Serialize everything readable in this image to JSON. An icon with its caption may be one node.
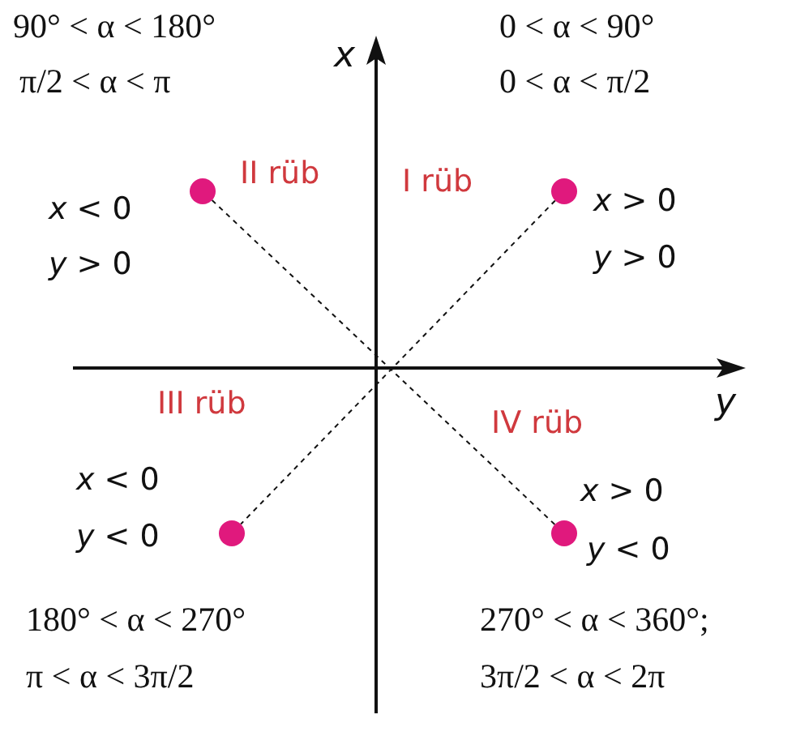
{
  "diagram": {
    "nodes": [
      {
        "text": [],
        "shape": "circle"
      },
      {
        "text": [],
        "shape": "circle"
      },
      {
        "text": [],
        "shape": "circle"
      },
      {
        "text": [],
        "shape": "circle"
      }
    ],
    "edges": [
      {
        "from": 0,
        "to": 3,
        "arrow": "none",
        "style": "dashed"
      },
      {
        "from": 1,
        "to": 2,
        "arrow": "none",
        "style": "dashed"
      }
    ],
    "labels": [
      "90° < α < 180°",
      "π/2 < α < π",
      "*x*",
      "0 < α < 90°",
      "0 < α < π/2",
      "II rüb",
      "I rüb",
      "*x* < 0",
      "*y* > 0",
      "*x* > 0",
      "*y* > 0",
      "*y*",
      "III rüb",
      "IV rüb",
      "*x* < 0",
      "*y* < 0",
      "*x* > 0",
      "*y* < 0",
      "180° < α < 270°",
      "π < α < 3π/2",
      "270° < α < 360°;",
      "3π/2 < α < 2π"
    ]
  }
}
